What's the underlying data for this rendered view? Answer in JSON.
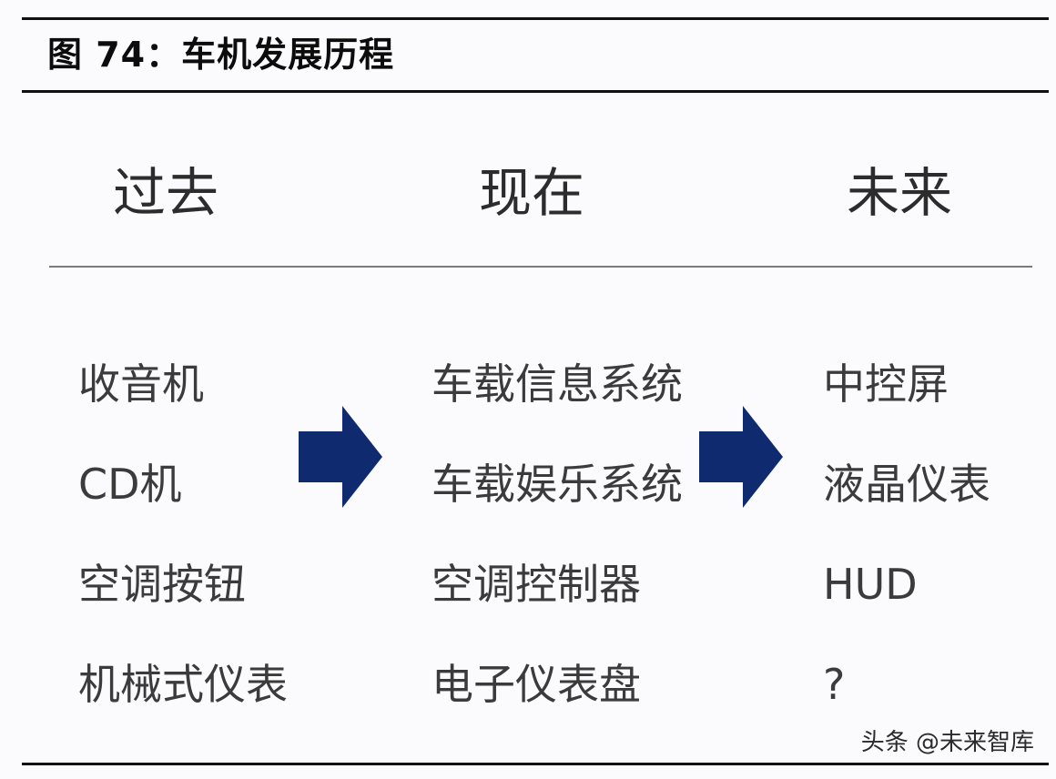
{
  "figure": {
    "title": "图 74：车机发展历程"
  },
  "columns": {
    "past": {
      "header": "过去",
      "items": [
        "收音机",
        "CD机",
        "空调按钮",
        "机械式仪表"
      ]
    },
    "present": {
      "header": "现在",
      "items": [
        "车载信息系统",
        "车载娱乐系统",
        "空调控制器",
        "电子仪表盘"
      ]
    },
    "future": {
      "header": "未来",
      "items": [
        "中控屏",
        "液晶仪表",
        "HUD",
        "?"
      ]
    }
  },
  "watermark": "头条 @未来智库",
  "colors": {
    "arrow": "#0f2a6e",
    "rule": "#111111",
    "divider": "#7a7a7a"
  }
}
